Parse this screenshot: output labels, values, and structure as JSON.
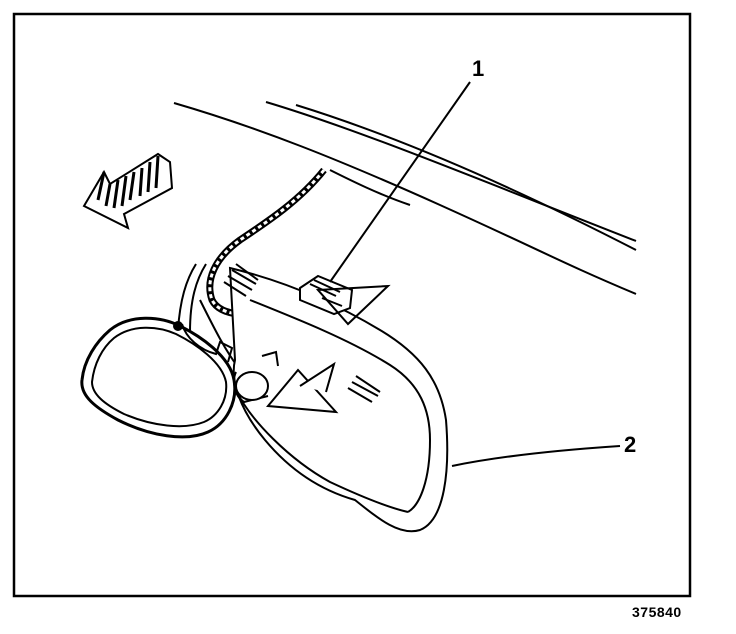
{
  "diagram": {
    "callouts": [
      {
        "label": "1"
      },
      {
        "label": "2"
      }
    ],
    "reference_number": "375840",
    "colors": {
      "ink": "#000000",
      "paper": "#ffffff"
    }
  }
}
